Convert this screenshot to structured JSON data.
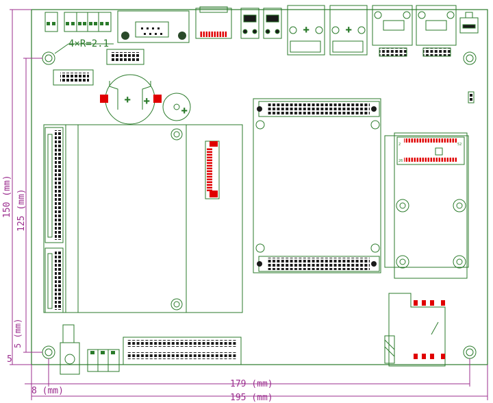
{
  "annotation": {
    "hole_note": "4×R=2.1"
  },
  "dimensions": {
    "height_outer": "150 (mm)",
    "height_inner": "125 (mm)",
    "height_small": "5 (mm)",
    "top_small": "5",
    "width_inner": "179 (mm)",
    "width_offset": "8 (mm)",
    "width_outer": "195 (mm)"
  },
  "labels": {
    "mini_pcie_num": "2",
    "mini_pcie_num2": "26",
    "mini_pcie_num3": "52"
  },
  "colors": {
    "board_outline": "#2a7a2a",
    "dimension": "#9b2d8e",
    "pad": "#e00000",
    "component": "#1a1a1a"
  }
}
